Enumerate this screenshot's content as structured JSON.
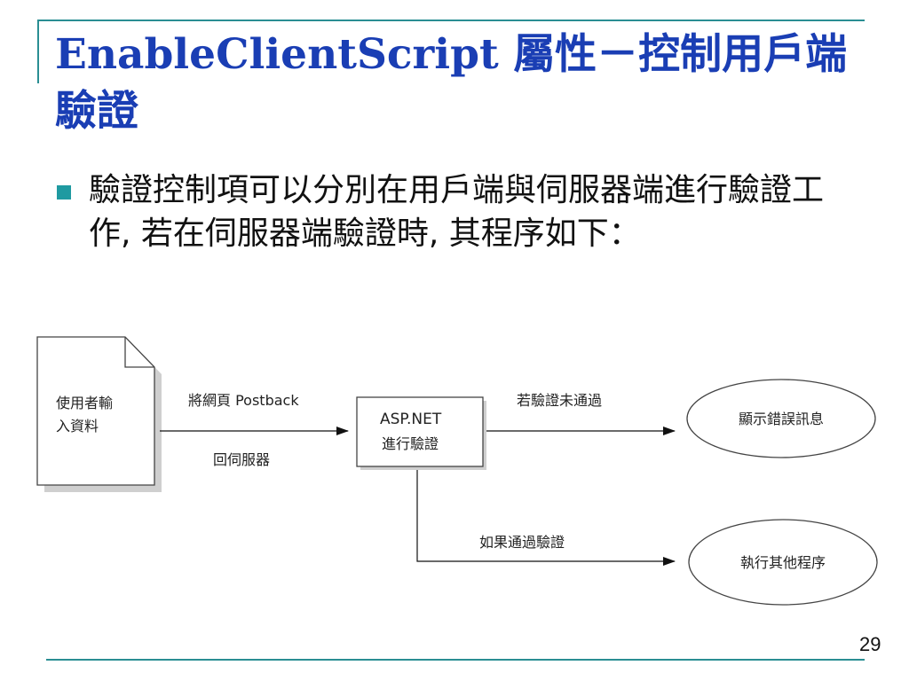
{
  "slide": {
    "title": "EnableClientScript 屬性－控制用戶端驗證",
    "bullet": "驗證控制項可以分別在用戶端與伺服器端進行驗證工作, 若在伺服器端驗證時, 其程序如下：",
    "page_number": "29"
  },
  "diagram": {
    "document_line1": "使用者輸",
    "document_line2": "入資料",
    "arrow1_top": "將網頁 Postback",
    "arrow1_bottom": "回伺服器",
    "process_line1": "ASP.NET",
    "process_line2": "進行驗證",
    "fail_label": "若驗證未通過",
    "fail_result": "顯示錯誤訊息",
    "pass_label": "如果通過驗證",
    "pass_result": "執行其他程序"
  },
  "colors": {
    "title": "#1a3eb4",
    "accent_rule": "#2a8e93",
    "bullet": "#1f9aa1"
  }
}
